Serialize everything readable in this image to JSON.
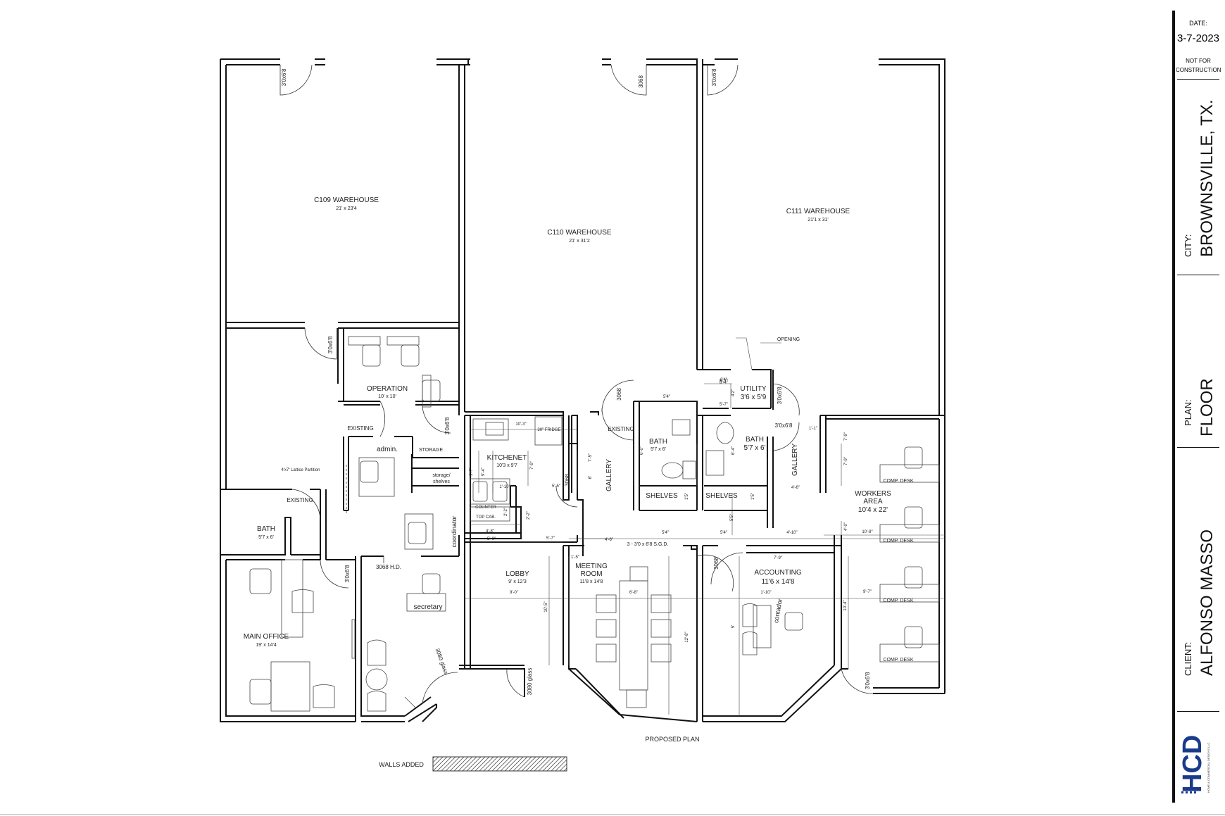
{
  "title_block": {
    "date_label": "DATE:",
    "date_value": "3-7-2023",
    "not_for_construction_1": "NOT FOR",
    "not_for_construction_2": "CONSTRUCTION",
    "city_label": "CITY:",
    "city_value": "BROWNSVILLE, TX.",
    "plan_label": "PLAN:",
    "plan_value": "FLOOR",
    "client_label": "CLIENT:",
    "client_value": "ALFONSO MASSO",
    "logo_text": "HCD",
    "logo_sub": "HOME & COMMERCIAL DESIGNS LLC"
  },
  "rooms": {
    "c109": {
      "name": "C109 WAREHOUSE",
      "dims": "21' x 23'4"
    },
    "c110": {
      "name": "C110 WAREHOUSE",
      "dims": "21' x 31'2"
    },
    "c111": {
      "name": "C111 WAREHOUSE",
      "dims": "21'1 x 31'"
    },
    "operation": {
      "name": "OPERATION",
      "dims": "10' x 10'"
    },
    "admin": {
      "name": "admin."
    },
    "storage": {
      "name": "STORAGE"
    },
    "storage_shelves_1": {
      "name": "storage/"
    },
    "storage_shelves_2": {
      "name": "shelves"
    },
    "kitchenet": {
      "name": "KITCHENET",
      "dims": "10'3 x 9'7"
    },
    "bath_left": {
      "name": "BATH",
      "dims": "5'7 x 6'"
    },
    "bath_mid": {
      "name": "BATH",
      "dims": "5'7 x 6'"
    },
    "bath_right": {
      "name": "BATH",
      "dims": "5'7 x 6'"
    },
    "utility": {
      "name": "UTILITY",
      "dims": "3'6 x 5'9"
    },
    "workers": {
      "name_1": "WORKERS",
      "name_2": "AREA",
      "dims": "10'4 x 22'"
    },
    "lobby": {
      "name": "LOBBY",
      "dims": "9' x 12'3"
    },
    "meeting": {
      "name_1": "MEETING",
      "name_2": "ROOM",
      "dims": "11'8 x 14'8"
    },
    "accounting": {
      "name": "ACCOUNTING",
      "dims": "11'6 x 14'8"
    },
    "main_office": {
      "name": "MAIN OFFICE",
      "dims": "19' x 14'4"
    },
    "coordinator": {
      "name": "coordinator"
    },
    "secretary": {
      "name": "secretary"
    },
    "contador": {
      "name": "contador"
    },
    "gallery": {
      "name": "GALLERY"
    },
    "shelves": {
      "name": "SHELVES"
    }
  },
  "notes": {
    "existing": "EXISTING",
    "lattice": "4'x7' Lattice Partition",
    "opening": "OPENING",
    "fridge": "30\" FRIDGE",
    "counter": "COUNTER",
    "top_cab": "TOP CAB.",
    "comp_desk": "COMP. DESK",
    "sgd": "3 - 3'0 x 6'8 S.G.D.",
    "hd": "3068 H.D.",
    "glass": "3080 glass",
    "proposed_plan": "PROPOSED PLAN",
    "walls_added": "WALLS ADDED"
  },
  "doors": {
    "d3068_8": "3'0x6'8",
    "d3068": "3068"
  },
  "dims": {
    "d5_4": "5'4\"",
    "d6_4": "6'4\"",
    "d4_2": "4'2\"",
    "d5_7": "5'-7\"",
    "d10_3": "10'-3\"",
    "d9_7": "9'-7\"",
    "d9_4": "9'-4\"",
    "d7_9": "7'-9\"",
    "d1_10": "1'-10\"",
    "d5_5": "5'-5\"",
    "d2_2": "2'-2\"",
    "d2_2b": "2'-2\"",
    "d4_8": "4'-8\"",
    "d5_0": "5'-0\"",
    "d5_7b": "5'-7\"",
    "d7_5": "7'-5\"",
    "d6": "6'",
    "d6_0": "6'-0\"",
    "d6_4b": "6'-4\"",
    "d5_4b": "5'4\"",
    "d5_4c": "5'4\"",
    "d5_5b": "5'5\"",
    "d4_10": "4'-10\"",
    "d4_6": "4'-6\"",
    "d4_6b": "4'-6\"",
    "d1_5": "1'5\"",
    "d1_5b": "1'5\"",
    "d1_5c": "1'-5\"",
    "d1_1": "1'-1\"",
    "d7_9b": "7'-9\"",
    "d7_9c": "7'-9\"",
    "d4_0": "4'-0\"",
    "d10_8": "10'-8\"",
    "d9_7b": "9'-7\"",
    "d10_4": "10'-4\"",
    "d9_0": "9'-0\"",
    "d10_5": "10'-5\"",
    "d6_8": "6'-8\"",
    "d12_8": "12'-8\"",
    "d1_10b": "1'-10\"",
    "d5_b": "5'",
    "d7_9d": "7'-9\"",
    "d5_7c": "5'-7\"",
    "d6_4c": "6'-4\""
  }
}
